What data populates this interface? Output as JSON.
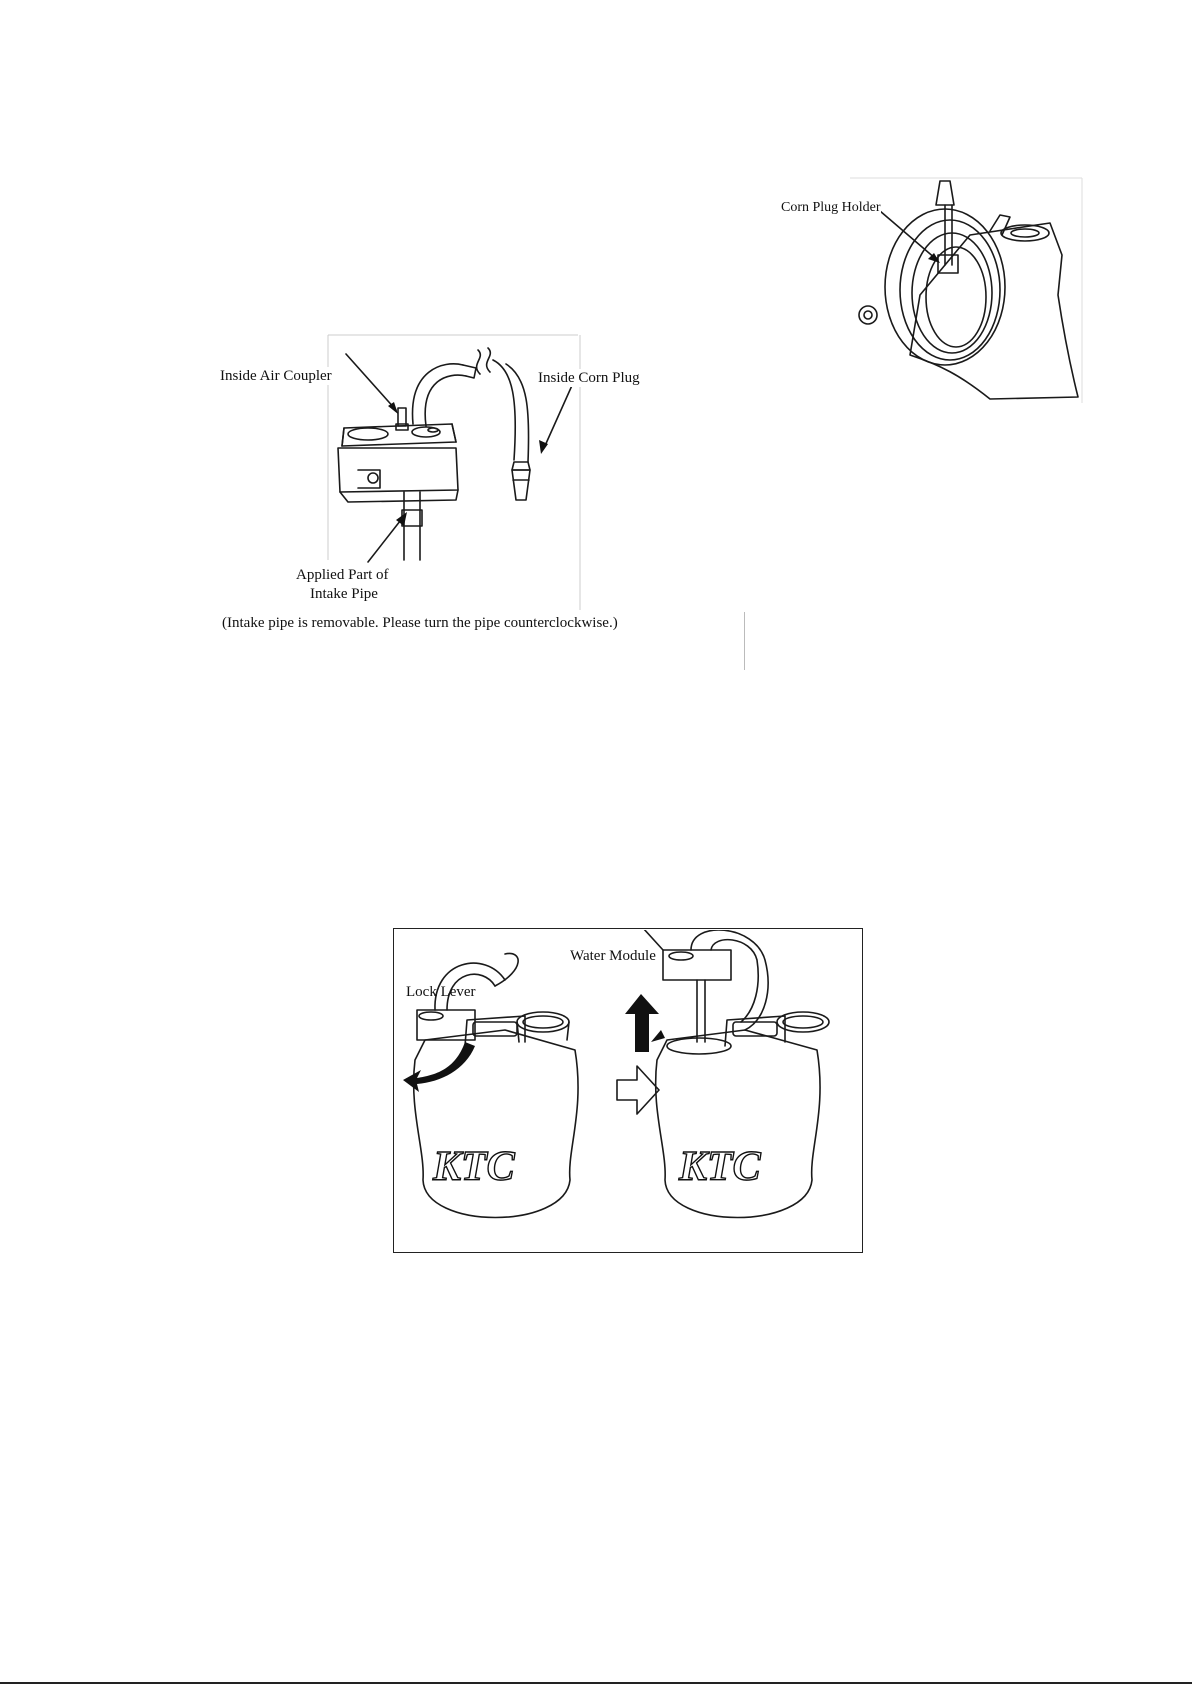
{
  "figure_top_left": {
    "labels": {
      "inside_air_coupler": "Inside Air Coupler",
      "inside_corn_plug": "Inside Corn Plug",
      "applied_part_line1": "Applied Part of",
      "applied_part_line2": "Intake Pipe"
    },
    "caption": "(Intake pipe is removable. Please turn the pipe counterclockwise.)"
  },
  "figure_top_right": {
    "labels": {
      "corn_plug_holder": "Corn Plug Holder"
    }
  },
  "figure_bottom": {
    "labels": {
      "water_module": "Water Module",
      "lock_lever": "Lock Lever"
    },
    "brand_text": "KTC"
  }
}
